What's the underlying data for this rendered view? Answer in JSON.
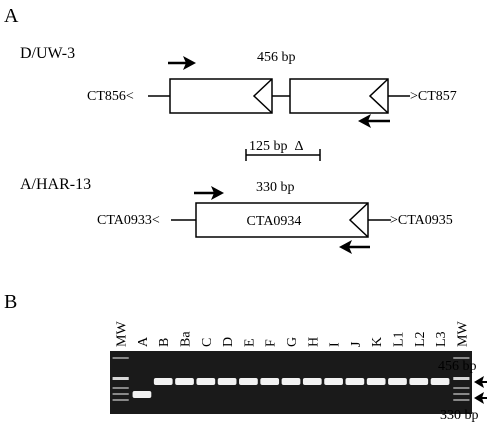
{
  "panel_a": {
    "label": "A",
    "strain_1": {
      "name": "D/UW-3",
      "product_size": "456 bp",
      "left_gene": "CT856<",
      "right_gene": ">CT857"
    },
    "deletion": {
      "label": "125 bp  Δ"
    },
    "strain_2": {
      "name": "A/HAR-13",
      "product_size": "330 bp",
      "left_gene": "CTA0933<",
      "middle_gene": "CTA0934",
      "right_gene": ">CTA0935"
    }
  },
  "panel_b": {
    "label": "B",
    "lanes": [
      "MW",
      "A",
      "B",
      "Ba",
      "C",
      "D",
      "E",
      "F",
      "G",
      "H",
      "I",
      "J",
      "K",
      "L1",
      "L2",
      "L3",
      "MW"
    ],
    "band_sizes": [
      "456 bp",
      "330 bp",
      "456 bp",
      "456 bp",
      "456 bp",
      "456 bp",
      "456 bp",
      "456 bp",
      "456 bp",
      "456 bp",
      "456 bp",
      "456 bp",
      "456 bp",
      "456 bp",
      "456 bp",
      "456 bp",
      "456 bp"
    ],
    "marker_labels": {
      "upper": "456 bp",
      "lower": "330 bp"
    },
    "gel_color": "#1a1a1a",
    "band_color": "#f2f2f2"
  }
}
